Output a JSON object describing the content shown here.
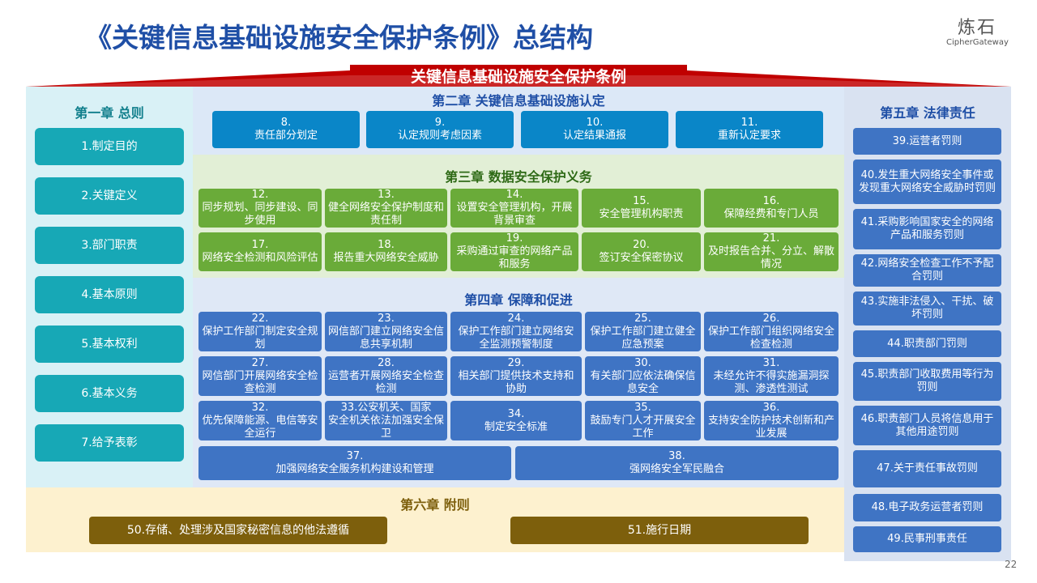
{
  "page_title": "《关键信息基础设施安全保护条例》总结构",
  "logo": {
    "cn": "炼石",
    "en": "CipherGateway"
  },
  "roof_title": "关键信息基础设施安全保护条例",
  "page_number": "22",
  "colors": {
    "title": "#1f4fa6",
    "roof": "#c00000",
    "ch1_box": "#17a8b6",
    "ch2_box": "#0a86c8",
    "ch3_box": "#6aab39",
    "ch4_box": "#3f74c4",
    "ch5_box": "#3f74c4",
    "ch6_box": "#7d5f0c"
  },
  "ch1": {
    "title": "第一章 总则",
    "items": [
      "1.制定目的",
      "2.关键定义",
      "3.部门职责",
      "4.基本原则",
      "5.基本权利",
      "6.基本义务",
      "7.给予表彰"
    ]
  },
  "ch2": {
    "title": "第二章 关键信息基础设施认定",
    "items": [
      {
        "n": "8.",
        "t": "责任部分划定"
      },
      {
        "n": "9.",
        "t": "认定规则考虑因素"
      },
      {
        "n": "10.",
        "t": "认定结果通报"
      },
      {
        "n": "11.",
        "t": "重新认定要求"
      }
    ]
  },
  "ch3": {
    "title": "第三章 数据安全保护义务",
    "items": [
      {
        "n": "12.",
        "t": "同步规划、同步建设、同步使用"
      },
      {
        "n": "13.",
        "t": "健全网络安全保护制度和责任制"
      },
      {
        "n": "14.",
        "t": "设置安全管理机构，开展背景审查"
      },
      {
        "n": "15.",
        "t": "安全管理机构职责"
      },
      {
        "n": "16.",
        "t": "保障经费和专门人员"
      },
      {
        "n": "17.",
        "t": "网络安全检测和风险评估"
      },
      {
        "n": "18.",
        "t": "报告重大网络安全威胁"
      },
      {
        "n": "19.",
        "t": "采购通过审查的网络产品和服务"
      },
      {
        "n": "20.",
        "t": "签订安全保密协议"
      },
      {
        "n": "21.",
        "t": "及时报告合并、分立、解散情况"
      }
    ]
  },
  "ch4": {
    "title": "第四章 保障和促进",
    "items": [
      {
        "n": "22.",
        "t": "保护工作部门制定安全规划"
      },
      {
        "n": "23.",
        "t": "网信部门建立网络安全信息共享机制"
      },
      {
        "n": "24.",
        "t": "保护工作部门建立网络安全监测预警制度"
      },
      {
        "n": "25.",
        "t": "保护工作部门建立健全应急预案"
      },
      {
        "n": "26.",
        "t": "保护工作部门组织网络安全检查检测"
      },
      {
        "n": "27.",
        "t": "网信部门开展网络安全检查检测"
      },
      {
        "n": "28.",
        "t": "运营者开展网络安全检查检测"
      },
      {
        "n": "29.",
        "t": "相关部门提供技术支持和协助"
      },
      {
        "n": "30.",
        "t": "有关部门应依法确保信息安全"
      },
      {
        "n": "31.",
        "t": "未经允许不得实施漏洞探测、渗透性测试"
      },
      {
        "n": "32.",
        "t": "优先保障能源、电信等安全运行"
      },
      {
        "n": "33.公安机关、国家",
        "t": "安全机关依法加强安全保卫"
      },
      {
        "n": "34.",
        "t": "制定安全标准"
      },
      {
        "n": "35.",
        "t": "鼓励专门人才开展安全工作"
      },
      {
        "n": "36.",
        "t": "支持安全防护技术创新和产业发展"
      },
      {
        "n": "37.",
        "t": "加强网络安全服务机构建设和管理"
      },
      {
        "n": "38.",
        "t": "强网络安全军民融合"
      }
    ]
  },
  "ch5": {
    "title": "第五章 法律责任",
    "items": [
      "39.运营者罚则",
      "40.发生重大网络安全事件或发现重大网络安全威胁时罚则",
      "41.采购影响国家安全的网络产品和服务罚则",
      "42.网络安全检查工作不予配合罚则",
      "43.实施非法侵入、干扰、破坏罚则",
      "44.职责部门罚则",
      "45.职责部门收取费用等行为罚则",
      "46.职责部门人员将信息用于其他用途罚则",
      "47.关于责任事故罚则",
      "48.电子政务运营者罚则",
      "49.民事刑事责任"
    ]
  },
  "ch6": {
    "title": "第六章 附则",
    "items": [
      "50.存储、处理涉及国家秘密信息的他法遵循",
      "51.施行日期"
    ]
  }
}
